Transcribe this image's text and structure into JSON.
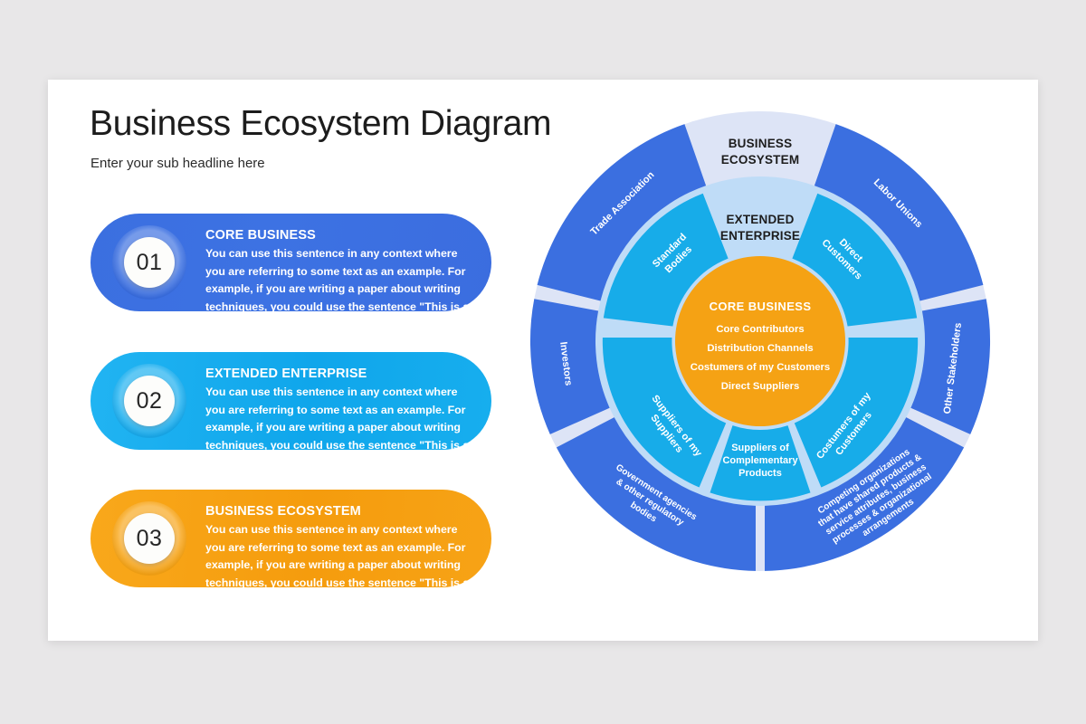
{
  "slide": {
    "title": "Business Ecosystem Diagram",
    "subtitle": "Enter your sub headline here"
  },
  "colors": {
    "page_background": "#e8e7e8",
    "slide_background": "#ffffff",
    "outer_ring": "#3b6fe0",
    "middle_ring": "#17ace9",
    "core": "#f5a214",
    "band_ecosystem": "#dde4f6",
    "band_extended": "#bfdcf7",
    "divider": "#ffffff"
  },
  "cards": [
    {
      "number": "01",
      "heading": "CORE BUSINESS",
      "body": "You can use this sentence  in any context  where you are referring to some text as an example. For example, if you are writing a paper about writing techniques,  you could use the sentence  \"This is a",
      "color": "#3b6fe0"
    },
    {
      "number": "02",
      "heading": "EXTENDED ENTERPRISE",
      "body": "You can use this sentence  in any context  where you are referring to some text as an example. For example, if you are writing a paper about writing techniques,  you could use the sentence  \"This is a",
      "color": "#17ace9"
    },
    {
      "number": "03",
      "heading": "BUSINESS ECOSYSTEM",
      "body": "You can use this sentence  in any context  where you are referring to some text as an example. For example, if you are writing a paper about writing techniques,  you could use the sentence  \"This is a",
      "color": "#f5a214"
    }
  ],
  "wheel": {
    "bands": [
      {
        "id": "business-ecosystem",
        "line1": "BUSINESS",
        "line2": "ECOSYSTEM"
      },
      {
        "id": "extended-enterprise",
        "line1": "EXTENDED",
        "line2": "ENTERPRISE"
      }
    ],
    "core": {
      "heading": "CORE  BUSINESS",
      "items": [
        "Core Contributors",
        "Distribution Channels",
        "Costumers of my Customers",
        "Direct Suppliers"
      ]
    },
    "inner_ring": [
      {
        "id": "standard-bodies",
        "lines": [
          "Standard",
          "Bodies"
        ]
      },
      {
        "id": "direct-customers",
        "lines": [
          "Direct",
          "Customers"
        ]
      },
      {
        "id": "costumers-of-my-customers",
        "lines": [
          "Costumers of my",
          "Customers"
        ]
      },
      {
        "id": "suppliers-of-complementary-products",
        "lines": [
          "Suppliers of",
          "Complementary",
          "Products"
        ]
      },
      {
        "id": "suppliers-of-my-suppliers",
        "lines": [
          "Suppliers of my",
          "Suppliers"
        ]
      }
    ],
    "outer_ring": [
      {
        "id": "trade-association",
        "lines": [
          "Trade Association"
        ]
      },
      {
        "id": "labor-unions",
        "lines": [
          "Labor Unions"
        ]
      },
      {
        "id": "other-stakeholders",
        "lines": [
          "Other Stakeholders"
        ]
      },
      {
        "id": "competing-organizations",
        "lines": [
          "Competing organizations",
          "that have shared products &",
          "service attributes, business",
          "processes & organizational",
          "arrangements"
        ]
      },
      {
        "id": "government-agencies",
        "lines": [
          "Government agencies",
          "& other regulatory",
          "bodies"
        ]
      },
      {
        "id": "investors",
        "lines": [
          "Investors"
        ]
      }
    ]
  }
}
